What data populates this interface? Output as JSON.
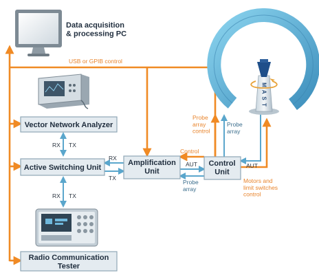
{
  "colors": {
    "orange": "#f08a24",
    "blue": "#5aa6cc",
    "box_fill": "#e4ebf0",
    "box_stroke": "#8fa6b6",
    "ring": "#6bbfe0"
  },
  "nodes": {
    "pc": "Data acquisition\n& processing PC",
    "vna": "Vector Network Analyzer",
    "asu": "Active Switching Unit",
    "amp": "Amplification\nUnit",
    "ctrl": "Control\nUnit",
    "rct": "Radio Communication\nTester",
    "mast": "MAST"
  },
  "connection_labels": {
    "usb": "USB or GPIB control",
    "rx_top": "RX",
    "tx_top": "TX",
    "rx_mid": "RX",
    "tx_mid": "TX",
    "rx_bottom": "RX",
    "tx_bottom": "TX",
    "control": "Control",
    "aut_left": "AUT",
    "probe_array_bottom": "Probe\narray",
    "probe_array_control": "Probe\narray\ncontrol",
    "probe_array_right": "Probe\narray",
    "aut_right": "AUT",
    "motors": "Motors and\nlimit switches\ncontrol"
  },
  "icons": [
    "monitor-icon",
    "network-analyzer-icon",
    "radio-tester-icon",
    "antenna-chamber-icon"
  ]
}
